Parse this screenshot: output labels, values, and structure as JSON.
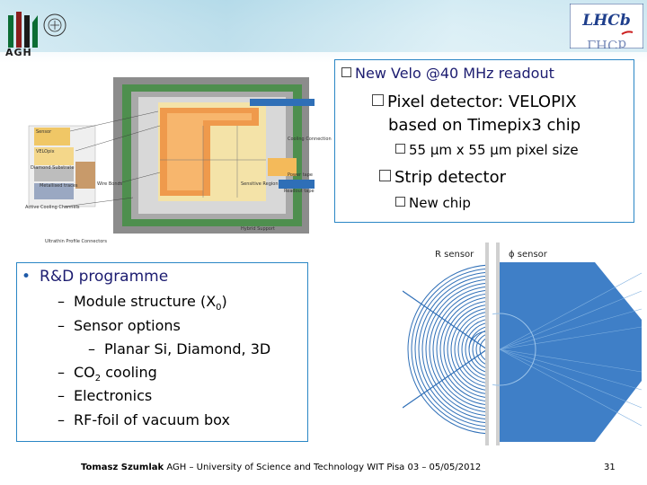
{
  "header": {
    "left_logo_text": "AGH",
    "right_logo_text": "LHCb"
  },
  "top_box": {
    "title": "New Velo @40 MHz readout",
    "pixel_line1": "Pixel detector: VELOPIX",
    "pixel_line2": "based on Timepix3 chip",
    "pixel_sub": "55 µm x 55 µm pixel size",
    "strip": "Strip detector",
    "strip_sub": "New chip"
  },
  "module_diagram": {
    "labels": [
      "Sensor",
      "VELOpix",
      "Diamond Substrate",
      "Metallised traces",
      "Wire Bonds",
      "Active Cooling Channels",
      "Ultrathin Profile Connectors",
      "Cooling Connection",
      "Power tape",
      "Sensitive Region",
      "Readout tape",
      "Hybrid Support"
    ]
  },
  "sensors": {
    "r_label": "R sensor",
    "phi_label": "ϕ sensor"
  },
  "rd_box": {
    "title": "R&D programme",
    "items": [
      {
        "text": "Module structure (X",
        "sub": "0",
        "tail": ")"
      },
      {
        "text": "Sensor options"
      },
      {
        "text": "Planar Si, Diamond, 3D"
      },
      {
        "text": "CO",
        "sub": "2",
        "tail": " cooling"
      },
      {
        "text": "Electronics"
      },
      {
        "text": "RF-foil of vacuum box"
      }
    ]
  },
  "footer": {
    "author": "Tomasz Szumlak",
    "affiliation": "AGH – University of Science and Technology WIT Pisa 03 – 05/05/2012",
    "page": "31"
  },
  "colors": {
    "accent": "#2a86c5",
    "title_text": "#1c1c70",
    "bullet_blue": "#1e5aa8"
  }
}
